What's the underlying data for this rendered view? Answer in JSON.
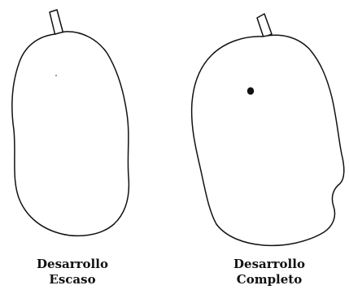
{
  "figure": {
    "left_label": {
      "line1": "Desarrollo",
      "line2": "Escaso"
    },
    "right_label": {
      "line1": "Desarrollo",
      "line2": "Completo"
    }
  },
  "colors": {
    "outline": "#111111",
    "background": "#ffffff"
  }
}
